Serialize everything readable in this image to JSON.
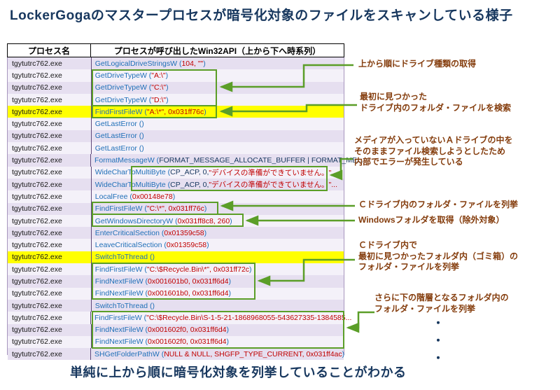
{
  "title": "LockerGogaのマスタープロセスが暗号化対象のファイルをスキャンしている様子",
  "footer": "単純に上から順に暗号化対象を列挙していることがわかる",
  "dots": "・\n・\n・",
  "colors": {
    "title": "#17375E",
    "annotation": "#843C0C",
    "api": "#2070B8",
    "arg": "#C00000",
    "const": "#17375E",
    "green": "#5B9E28",
    "highlight": "#FFFF00",
    "row_odd": "#E6DFF0",
    "row_even": "#F4F1F9"
  },
  "table": {
    "headers": [
      "プロセス名",
      "プロセスが呼び出したWin32API（上から下へ時系列）"
    ],
    "rows": [
      {
        "process": "tgytutrc762.exe",
        "api": "GetLogicalDriveStringsW",
        "args": [
          {
            "t": "104, \"\"",
            "c": "arg"
          }
        ],
        "hl": false,
        "trunc": false
      },
      {
        "process": "tgytutrc762.exe",
        "api": "GetDriveTypeW",
        "args": [
          {
            "t": "\"A:\\\"",
            "c": "arg"
          }
        ],
        "hl": false,
        "trunc": false
      },
      {
        "process": "tgytutrc762.exe",
        "api": "GetDriveTypeW",
        "args": [
          {
            "t": "\"C:\\\"",
            "c": "arg"
          }
        ],
        "hl": false,
        "trunc": false
      },
      {
        "process": "tgytutrc762.exe",
        "api": "GetDriveTypeW",
        "args": [
          {
            "t": "\"D:\\\"",
            "c": "arg"
          }
        ],
        "hl": false,
        "trunc": false
      },
      {
        "process": "tgytutrc762.exe",
        "api": "FindFirstFileW",
        "args": [
          {
            "t": "\"A:\\*\", 0x031ff76c",
            "c": "arg"
          }
        ],
        "hl": true,
        "trunc": false
      },
      {
        "process": "tgytutrc762.exe",
        "api": "GetLastError",
        "args": [],
        "hl": false,
        "trunc": false
      },
      {
        "process": "tgytutrc762.exe",
        "api": "GetLastError",
        "args": [],
        "hl": false,
        "trunc": false
      },
      {
        "process": "tgytutrc762.exe",
        "api": "GetLastError",
        "args": [],
        "hl": false,
        "trunc": false
      },
      {
        "process": "tgytutrc762.exe",
        "api": "FormatMessageW",
        "args": [
          {
            "t": "FORMAT_MESSAGE_ALLOCATE_BUFFER | FORMAT_ME...",
            "c": "const"
          }
        ],
        "hl": false,
        "trunc": true
      },
      {
        "process": "tgytutrc762.exe",
        "api": "WideCharToMultiByte",
        "args": [
          {
            "t": "CP_ACP, 0, ",
            "c": "const"
          },
          {
            "t": "\"デバイスの準備ができていません。\"...",
            "c": "arg"
          }
        ],
        "hl": false,
        "trunc": true
      },
      {
        "process": "tgytutrc762.exe",
        "api": "WideCharToMultiByte",
        "args": [
          {
            "t": "CP_ACP, 0, ",
            "c": "const"
          },
          {
            "t": "\"デバイスの準備ができていません。\"...",
            "c": "arg"
          }
        ],
        "hl": false,
        "trunc": true
      },
      {
        "process": "tgytutrc762.exe",
        "api": "LocalFree",
        "args": [
          {
            "t": "0x00148e78",
            "c": "arg"
          }
        ],
        "hl": false,
        "trunc": false
      },
      {
        "process": "tgytutrc762.exe",
        "api": "FindFirstFileW",
        "args": [
          {
            "t": "\"C:\\*\", 0x031ff76c",
            "c": "arg"
          }
        ],
        "hl": false,
        "trunc": false
      },
      {
        "process": "tgytutrc762.exe",
        "api": "GetWindowsDirectoryW",
        "args": [
          {
            "t": "0x031ff8c8, 260",
            "c": "arg"
          }
        ],
        "hl": false,
        "trunc": false
      },
      {
        "process": "tgytutrc762.exe",
        "api": "EnterCriticalSection",
        "args": [
          {
            "t": "0x01359c58",
            "c": "arg"
          }
        ],
        "hl": false,
        "trunc": false
      },
      {
        "process": "tgytutrc762.exe",
        "api": "LeaveCriticalSection",
        "args": [
          {
            "t": "0x01359c58",
            "c": "arg"
          }
        ],
        "hl": false,
        "trunc": false
      },
      {
        "process": "tgytutrc762.exe",
        "api": "SwitchToThread",
        "args": [],
        "hl": true,
        "trunc": false
      },
      {
        "process": "tgytutrc762.exe",
        "api": "FindFirstFileW",
        "args": [
          {
            "t": "\"C:\\$Recycle.Bin\\*\", 0x031ff72c",
            "c": "arg"
          }
        ],
        "hl": false,
        "trunc": false
      },
      {
        "process": "tgytutrc762.exe",
        "api": "FindNextFileW",
        "args": [
          {
            "t": "0x001601b0, 0x031ff6d4",
            "c": "arg"
          }
        ],
        "hl": false,
        "trunc": false
      },
      {
        "process": "tgytutrc762.exe",
        "api": "FindNextFileW",
        "args": [
          {
            "t": "0x001601b0, 0x031ff6d4",
            "c": "arg"
          }
        ],
        "hl": false,
        "trunc": false
      },
      {
        "process": "tgytutrc762.exe",
        "api": "SwitchToThread",
        "args": [],
        "hl": false,
        "trunc": false
      },
      {
        "process": "tgytutrc762.exe",
        "api": "FindFirstFileW",
        "args": [
          {
            "t": "\"C:\\$Recycle.Bin\\S-1-5-21-1868968055-543627335-1384585...",
            "c": "arg"
          }
        ],
        "hl": false,
        "trunc": true
      },
      {
        "process": "tgytutrc762.exe",
        "api": "FindNextFileW",
        "args": [
          {
            "t": "0x001602f0, 0x031ff6d4",
            "c": "arg"
          }
        ],
        "hl": false,
        "trunc": false
      },
      {
        "process": "tgytutrc762.exe",
        "api": "FindNextFileW",
        "args": [
          {
            "t": "0x001602f0, 0x031ff6d4",
            "c": "arg"
          }
        ],
        "hl": false,
        "trunc": false
      },
      {
        "process": "tgytutrc762.exe",
        "api": "SHGetFolderPathW",
        "args": [
          {
            "t": "NULL & NULL, SHGFP_TYPE_CURRENT, 0x031ff4ac",
            "c": "arg"
          }
        ],
        "hl": false,
        "trunc": false
      }
    ]
  },
  "annotations": [
    {
      "text": "上から順にドライブ種類の取得"
    },
    {
      "text": "最初に見つかった\nドライブ内のフォルダ・ファイルを検索"
    },
    {
      "text": "メディアが入っていないＡドライブの中を\nそのままファイル検索しようとしたため\n内部でエラーが発生している"
    },
    {
      "text": "Ｃドライブ内のフォルダ・ファイルを列挙"
    },
    {
      "text": "Windowsフォルダを取得（除外対象）"
    },
    {
      "text": "Ｃドライブ内で\n最初に見つかったフォルダ内（ゴミ箱）の\nフォルダ・ファイルを列挙"
    },
    {
      "text": "さらに下の階層となるフォルダ内の\nフォルダ・ファイルを列挙"
    }
  ]
}
